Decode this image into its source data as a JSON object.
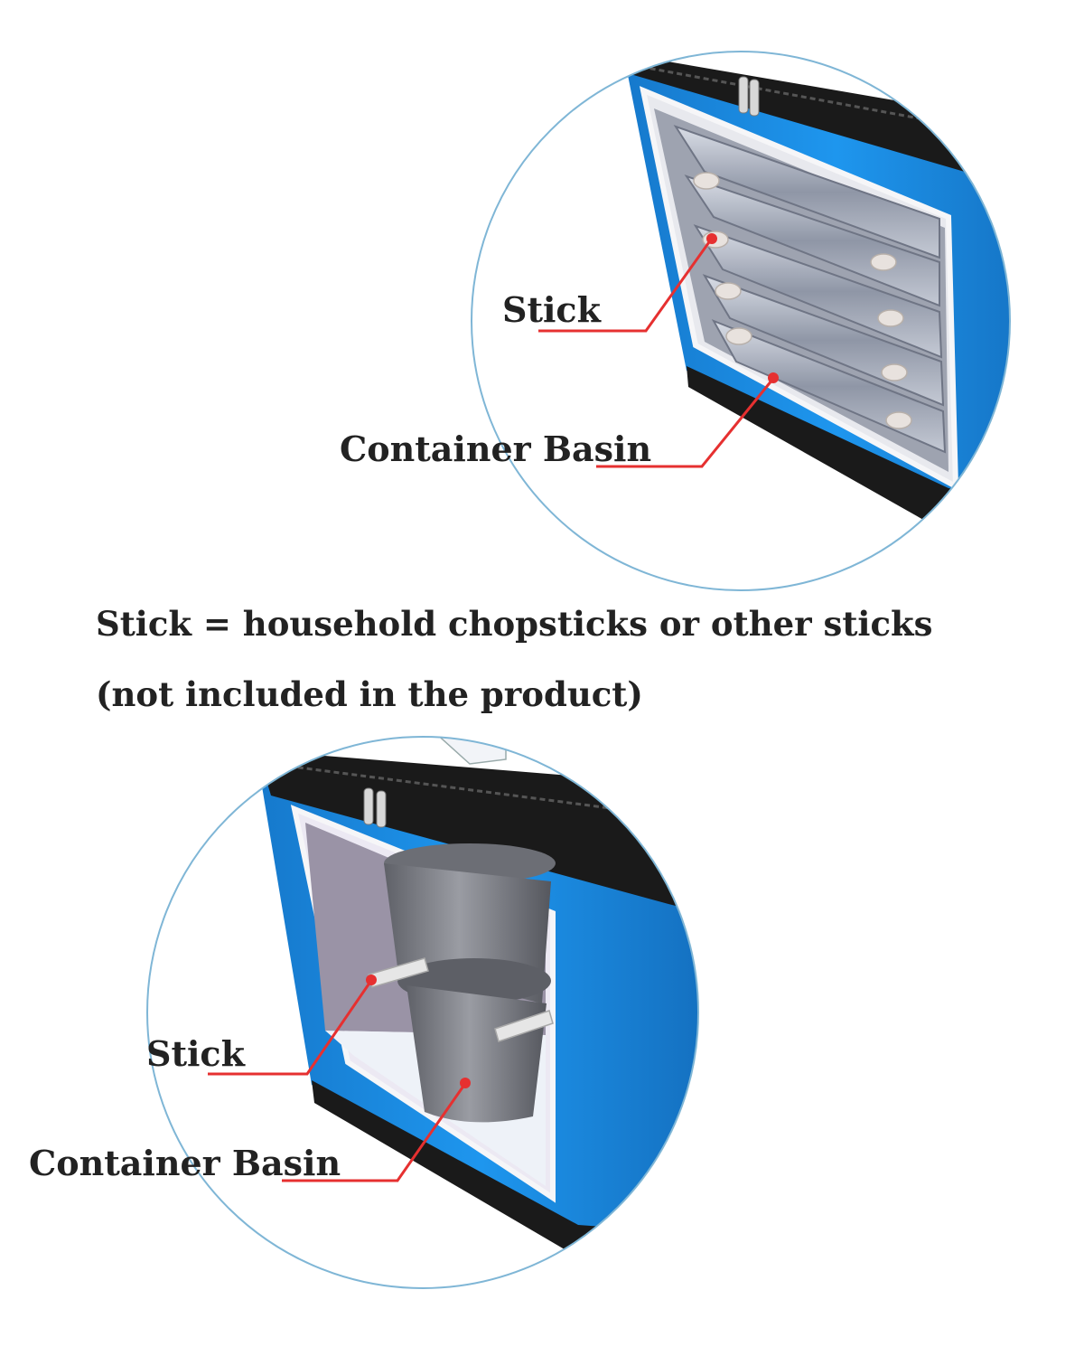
{
  "colors": {
    "bag_blue": "#1a8fe6",
    "zipper_black": "#1a1a1a",
    "callout_red": "#e63030",
    "circle_outline": "#7fb6d6",
    "text": "#222222"
  },
  "top_panel": {
    "stick_label": "Stick",
    "basin_label": "Container Basin"
  },
  "caption": {
    "line1": "Stick = household chopsticks or other sticks",
    "line2": "(not included in the product)"
  },
  "bottom_panel": {
    "stick_label": "Stick",
    "basin_label": "Container Basin"
  }
}
